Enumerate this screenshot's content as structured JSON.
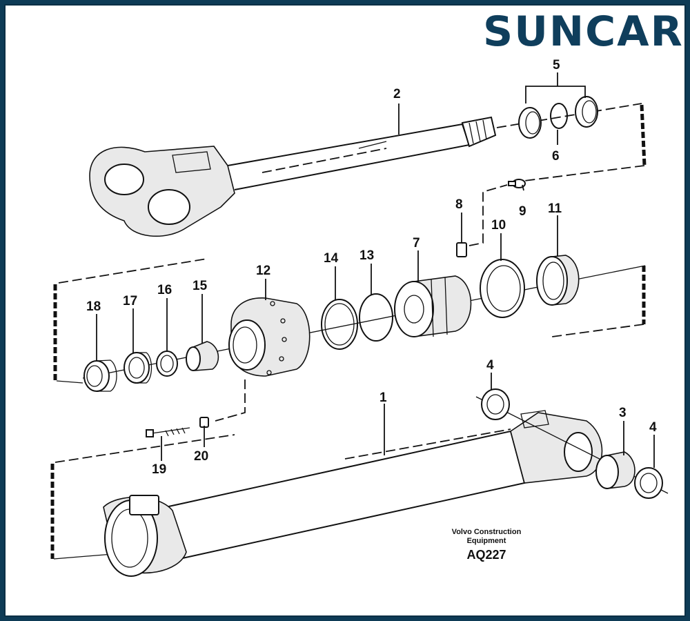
{
  "logo": {
    "text": "SUNCAR",
    "color": "#0f3e5c"
  },
  "callouts": {
    "c1": "1",
    "c2": "2",
    "c3": "3",
    "c4a": "4",
    "c4b": "4",
    "c5": "5",
    "c6": "6",
    "c7": "7",
    "c8": "8",
    "c9": "9",
    "c10": "10",
    "c11": "11",
    "c12": "12",
    "c13": "13",
    "c14": "14",
    "c15": "15",
    "c16": "16",
    "c17": "17",
    "c18": "18",
    "c19": "19",
    "c20": "20"
  },
  "caption": {
    "line1": "Volvo Construction",
    "line2": "Equipment",
    "code": "AQ227"
  },
  "colors": {
    "background_border": "#0e3b56",
    "ink": "#111111"
  }
}
